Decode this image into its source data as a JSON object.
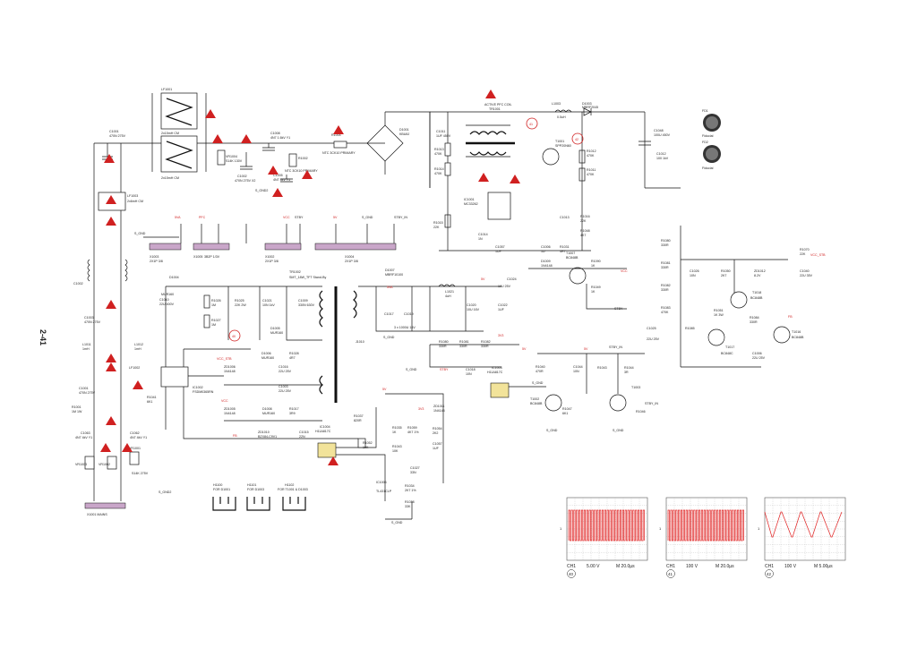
{
  "page": {
    "number": "2-41"
  },
  "colors": {
    "warning": "#d02020",
    "trace": "#e02020",
    "wire": "#111111"
  },
  "components": {
    "lf1001": "LF1001",
    "lf1002": "LF1002",
    "lf1003": "LF1003",
    "cm1": "2x15mH CM",
    "cm2": "2x15mH CM",
    "cm3": "2x6mH CM",
    "c1001": "C1001",
    "c1001_val": "470N 275V",
    "c1002": "C1002",
    "c1002_val": "470N 275V X2",
    "c1003": "C1003",
    "c1003_val": "470N 275V",
    "vr1004": "VR1004",
    "vr1004_val": "S14K 130V",
    "c1008": "C1008",
    "c1008_val": "4N7 1.6kV Y1",
    "r1002": "R1002",
    "r1002_val": "NTC 3CK10 PRIMARY",
    "c1005": "C1005",
    "c1005_val": "4N7 4kV Y1",
    "r1004": "R1004",
    "r1004_val": "NTC 3CK10 PRIMARY",
    "d1001": "D1001",
    "d1001_val": "KBU8J",
    "c1011": "C1011",
    "c1011_val": "1UF 450V",
    "l1001": "ACTIVE PFC COIL",
    "l1001b": "TR1001",
    "l1003": "L1003",
    "l1003_val": "0.5uH",
    "d1003": "D1003",
    "d1003_val": "MBRF2045",
    "c1048": "C1048",
    "c1048_val": "100U 450V",
    "c1012": "C1012",
    "c1012_val": "100 1kV",
    "fd1": "FD1",
    "fd1_lbl": "Fiducial",
    "fd2": "FD2",
    "fd2_lbl": "Fiducial",
    "t1001": "T1001",
    "t1001_val": "SPP20N60",
    "ic1001": "IC1001",
    "ic1001_val": "MC33262",
    "x1003": "X1003",
    "x1003_val": "2X1P 3/8",
    "x1005": "X1005",
    "x1005_val": "3B2P 1/3V",
    "x1002": "X1002",
    "x1002_val": "2X1P 3/8",
    "x1004": "X1004",
    "x1004_val": "2X1P 3/8",
    "tr1002": "TR1002",
    "tr1002_val": "SMT_18W_TFT Stand-By",
    "d1007": "D1007",
    "d1007_val": "MBRF10100",
    "d1004": "D1004",
    "d1004_val": "MUR160",
    "c1010": "C1010",
    "c1010_val": "22U 400V",
    "r1026": "R1026",
    "r1026_val": "1M",
    "r1027": "R1027",
    "r1027_val": "1M",
    "r1025": "R1025",
    "r1025_val": "22K 2W",
    "c1021": "C1021",
    "c1021_val": "10N 1kV",
    "c1009": "C1009",
    "c1009_val": "330N 630V",
    "d1005": "D1005",
    "d1005_val": "MUR160",
    "ic1002": "IC1002",
    "ic1002_val": "FSDM0365RN",
    "vcc_stb": "VCC_STB",
    "d1006": "D1006",
    "d1006_val": "MUR160",
    "r1028": "R1028",
    "r1028_val": "4R7",
    "zd1006": "ZD1006",
    "zd1006_val": "1N4148",
    "c1016": "C1016",
    "c1016_val": "22U 25V",
    "c1003b": "C1003",
    "c1003b_val": "22U 25V",
    "zd1005": "ZD1005",
    "zd1005_val": "1N4148",
    "d1008": "D1008",
    "d1008_val": "MUR160",
    "r1017": "R1017",
    "r1017_val": "3R9",
    "r1041": "R1041",
    "r1041_val": "6K1",
    "l1011": "L1011",
    "l1011_val": "1mH",
    "l1012": "L1012",
    "l1012_val": "1mH",
    "r1001": "R1001",
    "r1001_val": "1M 1W",
    "c1063": "C1063",
    "c1063_val": "4N7 4kV Y1",
    "c1062": "C1062",
    "c1062_val": "4N7 4kV Y1",
    "vr1003": "VR1003",
    "vr1002": "VR1002",
    "vr1001": "VR1001",
    "vr1001_val": "S14K 275V",
    "x1001": "X1001 MAINS",
    "h1": "H1100",
    "h1_val": "FOR D1001",
    "h2": "H1101",
    "h2_val": "FOR D1003",
    "h3": "H1102",
    "h3_val": "FOR T1001 & D1003",
    "zd1010": "ZD1010",
    "zd1010_val": "BZX84-C9V1",
    "c1015": "C1015",
    "c1015_val": "22N",
    "ic1004": "IC1004",
    "ic1004_val": "H11A817C",
    "ic1003": "IC1003",
    "ic1003_val": "H11A817C",
    "ic1006": "IC1006",
    "ic1006_val": "TL431CLP",
    "r1037": "R1037",
    "r1037_val": "820R",
    "r1035": "R1035",
    "r1035_val": "1K",
    "r1052": "R1052",
    "r1052_val": "10K",
    "r1059": "R1059",
    "r1059_val": "4K7 1%",
    "c1027": "C1027",
    "c1027_val": "33N",
    "r1054": "R1054",
    "r1054_val": "2K2",
    "c1057": "C1057",
    "c1057_val": "1UF",
    "r1034": "R1034",
    "r1034_val": "2K7 1%",
    "r1038": "R1038",
    "r1038_val": "33K",
    "c1044": "C1044",
    "c1044_val": "10N",
    "zd1011": "ZD1011",
    "zd1011_val": "1N4148",
    "t1002": "T1002",
    "t1002_val": "BC848B",
    "r1040": "R1040",
    "r1040_val": "470R",
    "c1018": "C1018",
    "c1018_val": "10N",
    "r1043": "R1043",
    "r1043_val": "1K",
    "r1047": "R1047",
    "r1047_val": "6K1",
    "t1003": "T1003",
    "t1003_val": "BC848B",
    "r1044": "R1044",
    "r1044_val": "3R",
    "r1046": "R1046",
    "stby_in": "STBY_IN",
    "t1018": "T1018",
    "t1018_val": "BC848B",
    "t1016": "T1016",
    "t1016_val": "BC848B",
    "t1017": "T1017",
    "t1017_val": "BC848C",
    "r1070": "R1070",
    "r1070_val": "22K",
    "zd1012": "ZD1012",
    "zd1012_val": "8.2V",
    "c1040": "C1040",
    "c1040_val": "22U 35V",
    "r1050": "R1050",
    "r1050_val": "2K7",
    "r1051": "R1051",
    "r1051_val": "1K 3W",
    "r1080": "R1080",
    "r1080_val": "330R",
    "r1081": "R1081",
    "r1081_val": "330R",
    "r1082": "R1082",
    "r1082_val": "330R",
    "r1083": "R1083",
    "r1083_val": "470K",
    "r1084": "R1084",
    "r1084_val": "330R",
    "r1085": "R1085",
    "r1085_val": "8K",
    "c1026": "C1026",
    "c1026_val": "10N",
    "c1025": "C1025",
    "c1025_val": "22U 25V",
    "c1024": "C1024",
    "c1024_val": "10U 25V",
    "c1020": "C1020",
    "c1020_val": "10U 16V",
    "c1022": "C1022",
    "c1022_val": "1UF",
    "l1021": "L1021",
    "l1021_val": "4uH",
    "c1017": "C1017",
    "c1019": "C1019",
    "c1012b": "3 x 1000U 16V",
    "d1009": "D1009",
    "d1009_val": "1N4148",
    "t1007": "T1007",
    "t1007_val": "BC848B",
    "r1090": "R1090",
    "r1090_val": "1K",
    "r1048": "R1048",
    "r1048_val": "4K7",
    "r1049": "R1049",
    "r1049_val": "1K",
    "r1013": "R1013",
    "r1013_val": "470K",
    "r1014": "R1014",
    "r1014_val": "470K",
    "r1015": "R1015",
    "r1015_val": "22K",
    "r1016": "R1016",
    "r1016_val": "22K",
    "r1012": "R1012",
    "r1012_val": "470K",
    "r1011": "R1011",
    "r1011_val": "470K",
    "r1036": "R1036",
    "r1036_val": "0R1",
    "c1013": "C1013",
    "c1013_val": "1N",
    "c1014": "C1014",
    "c1014_val": "1N",
    "c1006": "C1006",
    "c1006_val": "1U",
    "r1031": "R1031",
    "r1031_val": "4R7",
    "r1039": "R1039",
    "r1039_val": "10K",
    "d1002": "D1002",
    "d1002_val": "1N4148",
    "j1010": "J1010",
    "s_gnd": "S_GND",
    "s_gnd2": "S_GND2",
    "stby": "STBY",
    "net_5v": "5V",
    "net_12v": "12V",
    "net_3v3": "3V3",
    "net_vcc": "VCC",
    "net_fb": "FB",
    "net_pfc": "PFC",
    "net_5va": "5VA"
  },
  "scopes": [
    {
      "num": "40",
      "ch": "CH1",
      "volt": "5.00 V",
      "time": "M 20.0µs"
    },
    {
      "num": "41",
      "ch": "CH1",
      "volt": "100 V",
      "time": "M 20.0µs"
    },
    {
      "num": "42",
      "ch": "CH1",
      "volt": "100 V",
      "time": "M 5.00µs"
    }
  ]
}
